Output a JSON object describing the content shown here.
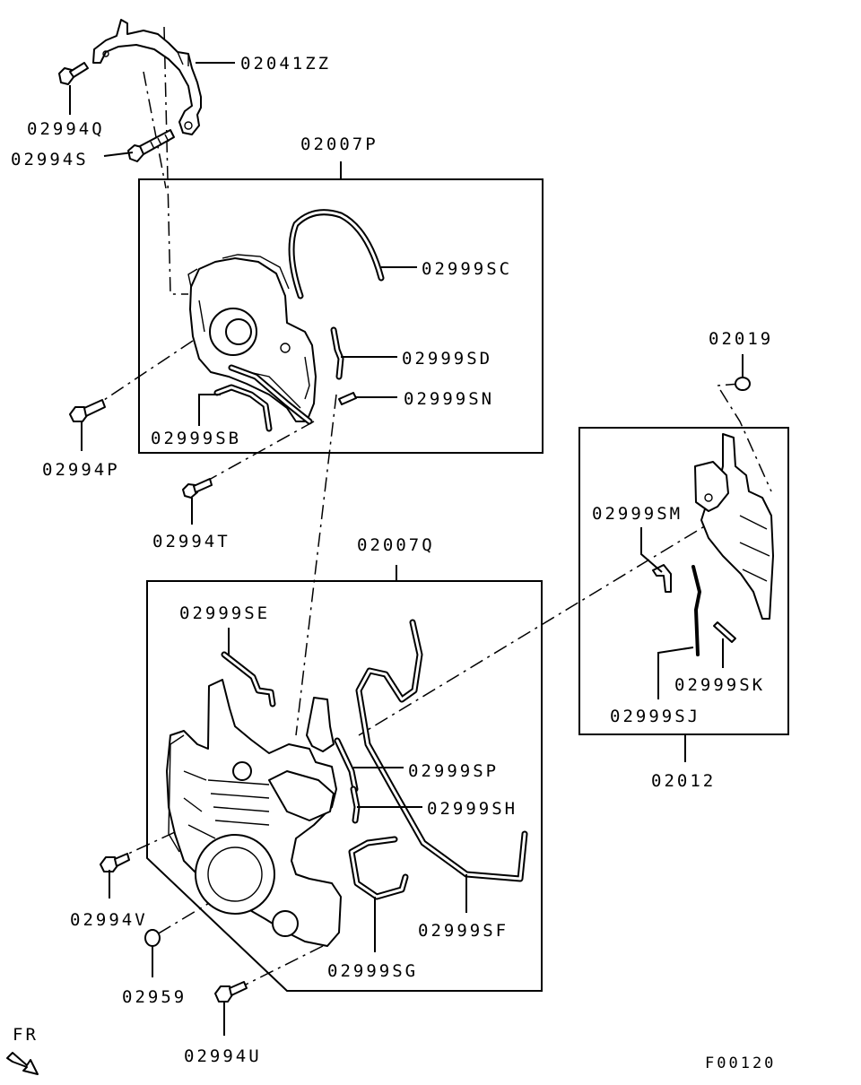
{
  "labels": {
    "p02041ZZ": "02041ZZ",
    "p02994Q": "02994Q",
    "p02994S": "02994S",
    "p02007P": "02007P",
    "p02999SC": "02999SC",
    "p02999SD": "02999SD",
    "p02999SN": "02999SN",
    "p02999SB": "02999SB",
    "p02994P": "02994P",
    "p02994T": "02994T",
    "p02019": "02019",
    "p02999SM": "02999SM",
    "p02999SK": "02999SK",
    "p02999SJ": "02999SJ",
    "p02012": "02012",
    "p02007Q": "02007Q",
    "p02999SE": "02999SE",
    "p02999SP": "02999SP",
    "p02999SH": "02999SH",
    "p02999SF": "02999SF",
    "p02999SG": "02999SG",
    "p02994V": "02994V",
    "p02959": "02959",
    "p02994U": "02994U"
  },
  "direction_label": "FR",
  "figure_code": "F00120"
}
